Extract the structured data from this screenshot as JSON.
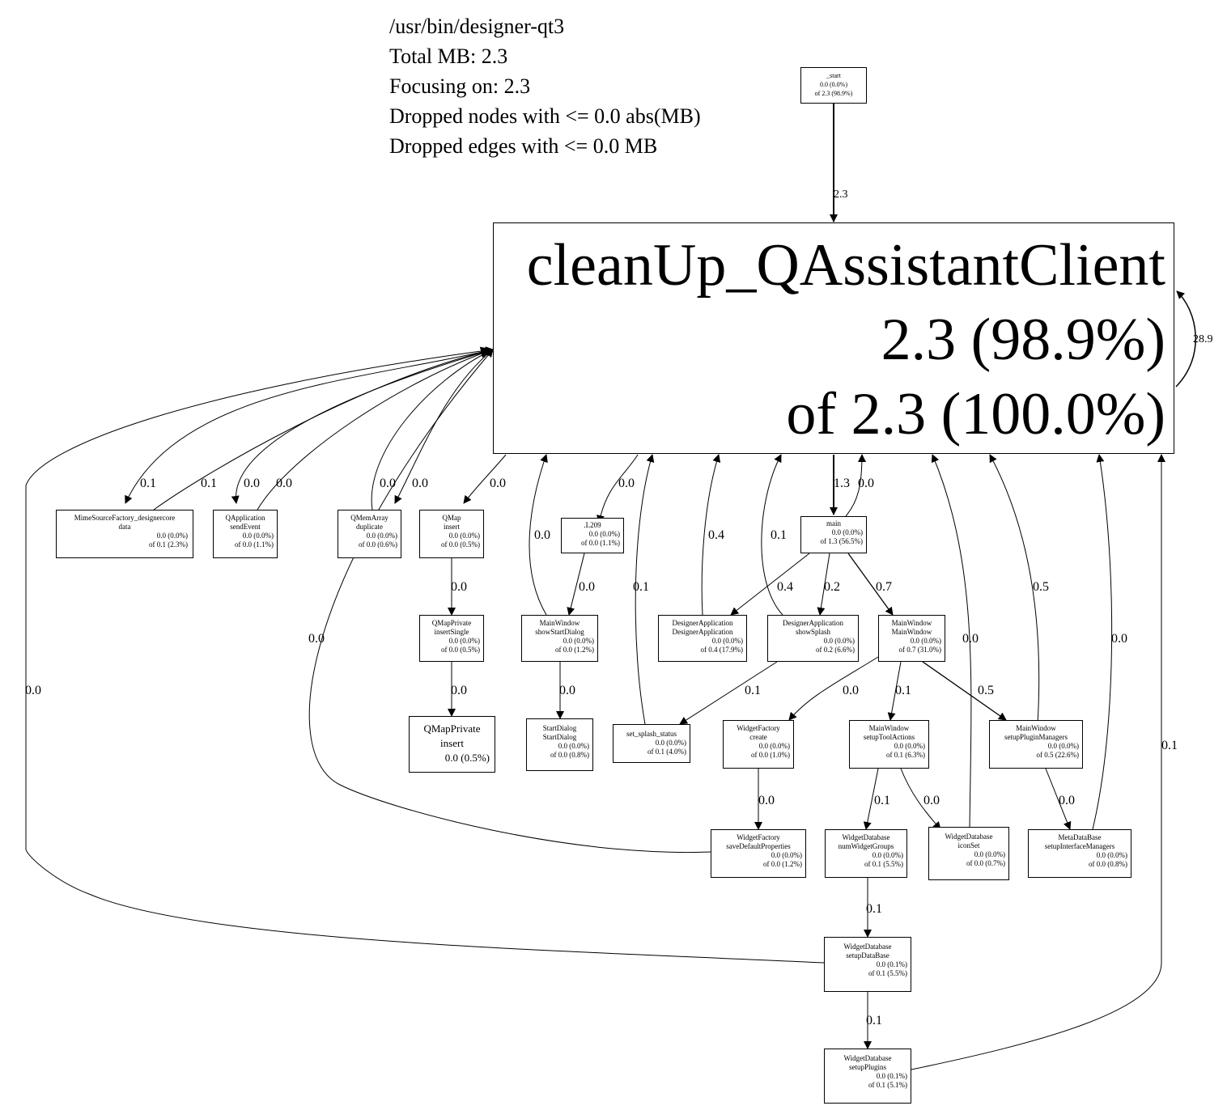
{
  "header": {
    "program": "/usr/bin/designer-qt3",
    "total": "Total MB: 2.3",
    "focus": "Focusing on: 2.3",
    "dropped_nodes": "Dropped nodes with <= 0.0 abs(MB)",
    "dropped_edges": "Dropped edges with <= 0.0 MB"
  },
  "main_node": {
    "name": "cleanUp_QAssistantClient",
    "self": "2.3 (98.9%)",
    "total": "of 2.3 (100.0%)"
  },
  "nodes": {
    "start": {
      "l1": "_start",
      "self": "0.0 (0.0%)",
      "total": "of 2.3 (98.9%)"
    },
    "mimesource": {
      "l1": "MimeSourceFactory_designercore",
      "l2": "data",
      "self": "0.0 (0.0%)",
      "total": "of 0.1 (2.3%)"
    },
    "qapplication": {
      "l1": "QApplication",
      "l2": "sendEvent",
      "self": "0.0 (0.0%)",
      "total": "of 0.0 (1.1%)"
    },
    "qmemarray": {
      "l1": "QMemArray",
      "l2": "duplicate",
      "self": "0.0 (0.0%)",
      "total": "of 0.0 (0.6%)"
    },
    "qmap": {
      "l1": "QMap",
      "l2": "insert",
      "self": "0.0 (0.0%)",
      "total": "of 0.0 (0.5%)"
    },
    "l209": {
      "l1": ".L209",
      "self": "0.0 (0.0%)",
      "total": "of 0.0 (1.1%)"
    },
    "main": {
      "l1": "main",
      "self": "0.0 (0.0%)",
      "total": "of 1.3 (56.5%)"
    },
    "qmapprivate_single": {
      "l1": "QMapPrivate",
      "l2": "insertSingle",
      "self": "0.0 (0.0%)",
      "total": "of 0.0 (0.5%)"
    },
    "mw_startdialog": {
      "l1": "MainWindow",
      "l2": "showStartDialog",
      "self": "0.0 (0.0%)",
      "total": "of 0.0 (1.2%)"
    },
    "da_da": {
      "l1": "DesignerApplication",
      "l2": "DesignerApplication",
      "self": "0.0 (0.0%)",
      "total": "of 0.4 (17.9%)"
    },
    "da_splash": {
      "l1": "DesignerApplication",
      "l2": "showSplash",
      "self": "0.0 (0.0%)",
      "total": "of 0.2 (6.6%)"
    },
    "mw_mw": {
      "l1": "MainWindow",
      "l2": "MainWindow",
      "self": "0.0 (0.0%)",
      "total": "of 0.7 (31.0%)"
    },
    "qmapprivate_insert": {
      "l1": "QMapPrivate",
      "l2": "insert",
      "self": "0.0 (0.5%)"
    },
    "startdialog": {
      "l1": "StartDialog",
      "l2": "StartDialog",
      "self": "0.0 (0.0%)",
      "total": "of 0.0 (0.8%)"
    },
    "splash_status": {
      "l1": "set_splash_status",
      "self": "0.0 (0.0%)",
      "total": "of 0.1 (4.0%)"
    },
    "wf_create": {
      "l1": "WidgetFactory",
      "l2": "create",
      "self": "0.0 (0.0%)",
      "total": "of 0.0 (1.0%)"
    },
    "mw_toolactions": {
      "l1": "MainWindow",
      "l2": "setupToolActions",
      "self": "0.0 (0.0%)",
      "total": "of 0.1 (6.3%)"
    },
    "mw_plugins": {
      "l1": "MainWindow",
      "l2": "setupPluginManagers",
      "self": "0.0 (0.0%)",
      "total": "of 0.5 (22.6%)"
    },
    "wf_savedefault": {
      "l1": "WidgetFactory",
      "l2": "saveDefaultProperties",
      "self": "0.0 (0.0%)",
      "total": "of 0.0 (1.2%)"
    },
    "wdb_numgroups": {
      "l1": "WidgetDatabase",
      "l2": "numWidgetGroups",
      "self": "0.0 (0.0%)",
      "total": "of 0.1 (5.5%)"
    },
    "wdb_iconset": {
      "l1": "WidgetDatabase",
      "l2": "iconSet",
      "self": "0.0 (0.0%)",
      "total": "of 0.0 (0.7%)"
    },
    "mdb_setup": {
      "l1": "MetaDataBase",
      "l2": "setupInterfaceManagers",
      "self": "0.0 (0.0%)",
      "total": "of 0.0 (0.8%)"
    },
    "wdb_setupdb": {
      "l1": "WidgetDatabase",
      "l2": "setupDataBase",
      "self": "0.0 (0.1%)",
      "total": "of 0.1 (5.5%)"
    },
    "wdb_setupplugins": {
      "l1": "WidgetDatabase",
      "l2": "setupPlugins",
      "self": "0.0 (0.1%)",
      "total": "of 0.1 (5.1%)"
    }
  },
  "edge_labels": {
    "e_start_main": "2.3",
    "e_self": "28.9",
    "e_mime_1": "0.1",
    "e_mime_2": "0.1",
    "e_qapp_1": "0.0",
    "e_qapp_2": "0.0",
    "e_qmem_1": "0.0",
    "e_qmem_2": "0.0",
    "e_qmap": "0.0",
    "e_l209": "0.0",
    "e_main_in": "1.3",
    "e_main_out": "0.0",
    "e_sd_back": "0.0",
    "e_dada_back": "0.4",
    "e_splash_back": "0.1",
    "e_status_back": "0.1",
    "e_main_dada": "0.4",
    "e_main_splash": "0.2",
    "e_main_mw": "0.7",
    "e_plugins_back": "0.5",
    "e_qmap_single": "0.0",
    "e_l209_sd": "0.0",
    "e_wf_save_back": "0.0",
    "e_iconset_back": "0.0",
    "e_mdb_back": "0.0",
    "e_setupdb_back": "0.0",
    "e_single_insert": "0.0",
    "e_sd_startdialog": "0.0",
    "e_splash_status": "0.1",
    "e_mw_wfcreate": "0.0",
    "e_mw_toolactions": "0.1",
    "e_mw_plugins": "0.5",
    "e_setupplugins_back": "0.1",
    "e_wfcreate_save": "0.0",
    "e_tool_numgroups": "0.1",
    "e_tool_iconset": "0.0",
    "e_plugins_mdb": "0.0",
    "e_num_setupdb": "0.1",
    "e_setupdb_plugins": "0.1"
  }
}
